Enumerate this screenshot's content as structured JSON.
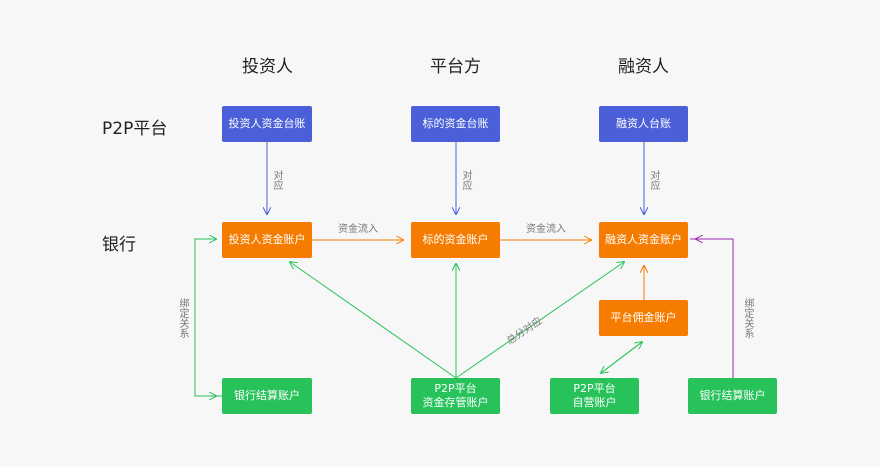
{
  "columns": [
    "投资人",
    "平台方",
    "融资人"
  ],
  "rows": [
    "P2P平台",
    "银行"
  ],
  "boxes": {
    "investor_fund_account": "投资人资金台账",
    "target_fund_account": "标的资金台账",
    "borrower_account": "融资人台账",
    "investor_bank_fund": "投资人资金账户",
    "target_bank_fund": "标的资金账户",
    "borrower_bank_fund": "融资人资金账户",
    "platform_commission": "平台佣金账户",
    "bank_settlement_left": "银行结算账户",
    "p2p_deposit": "P2P平台\n资金存管账户",
    "p2p_own": "P2P平台\n自营账户",
    "bank_settlement_right": "银行结算账户"
  },
  "labels": {
    "correspond": "对应",
    "fund_inflow": "资金流入",
    "binding": "绑定关系",
    "total_sub_correspond": "总分对应"
  },
  "colors": {
    "blue": "#4a5fd8",
    "orange": "#f57c00",
    "green": "#27c25a",
    "purple": "#9c27b0"
  }
}
